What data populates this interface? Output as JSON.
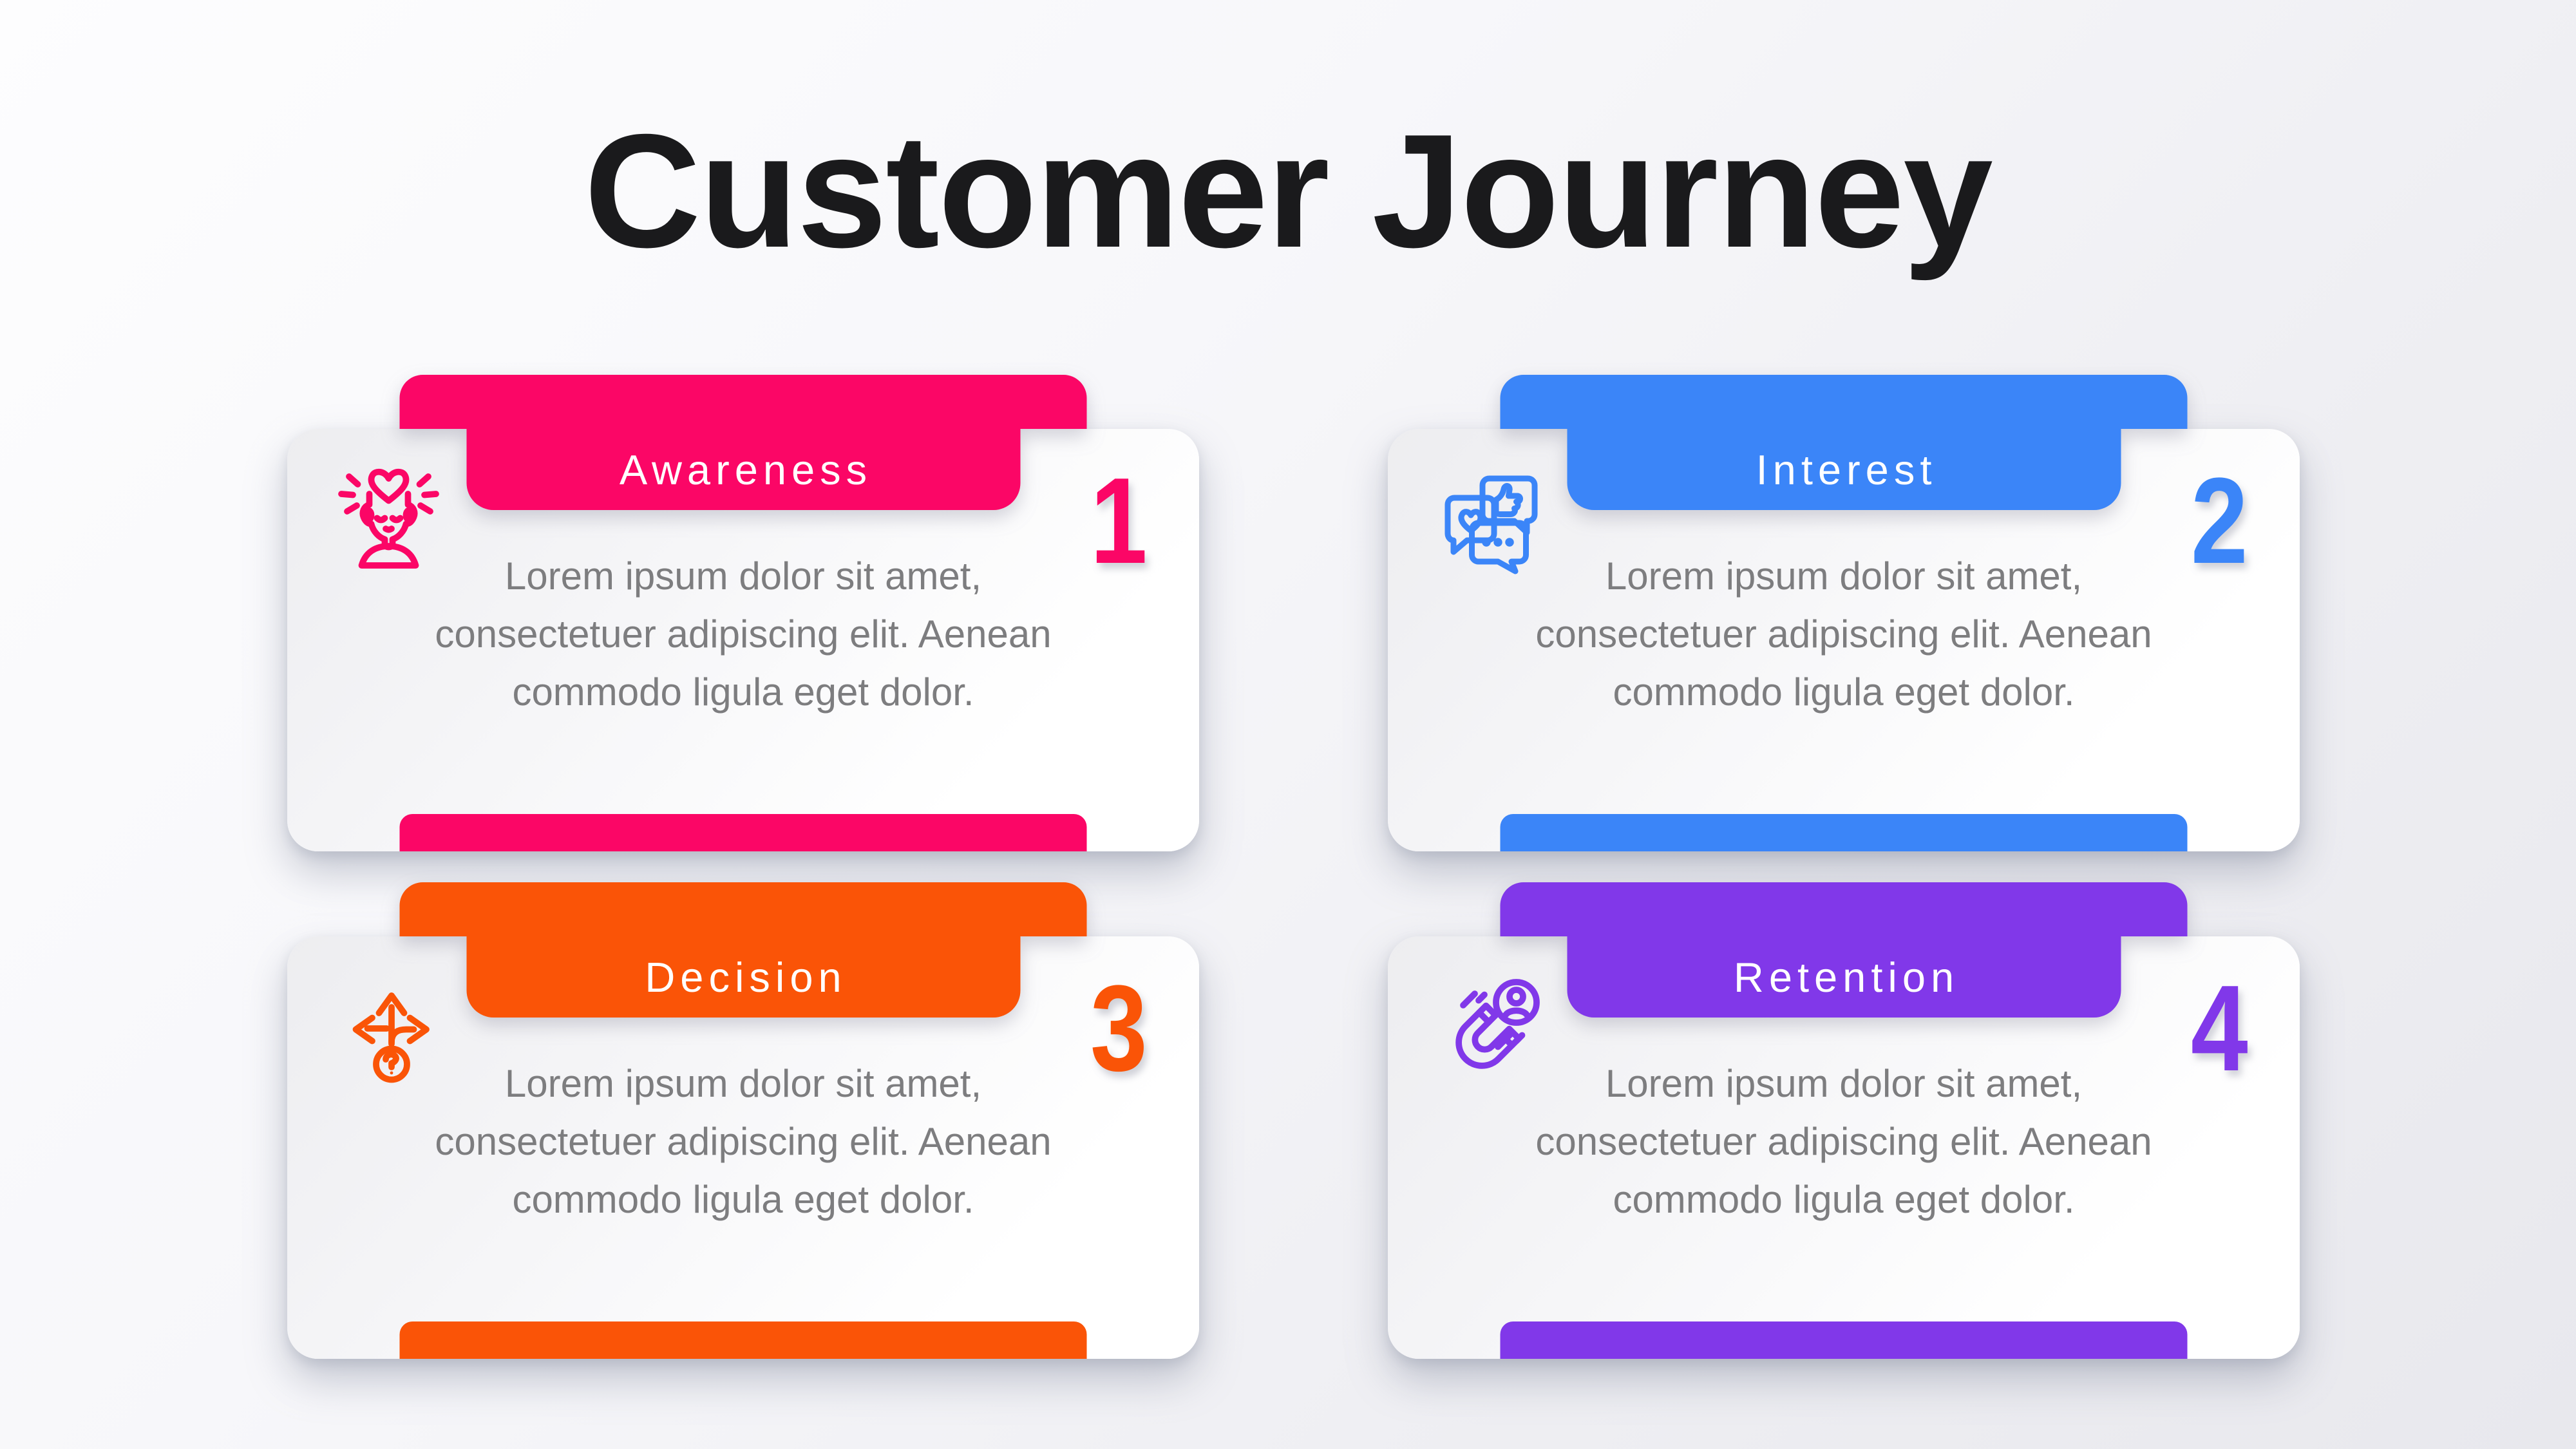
{
  "title": "Customer Journey",
  "body_lines": [
    "Lorem ipsum dolor sit amet,",
    "consectetuer adipiscing elit. Aenean",
    "commodo ligula eget dolor."
  ],
  "cards": [
    {
      "label": "Awareness",
      "number": "1",
      "accent": "#fb0666",
      "icon": "mindful-person-heart-icon"
    },
    {
      "label": "Interest",
      "number": "2",
      "accent": "#3b85f8",
      "icon": "social-engagement-bubbles-icon"
    },
    {
      "label": "Decision",
      "number": "3",
      "accent": "#fa5407",
      "icon": "direction-choice-arrows-icon"
    },
    {
      "label": "Retention",
      "number": "4",
      "accent": "#8138e9",
      "icon": "customer-magnet-icon"
    }
  ],
  "colors": {
    "background_top": "#fdfdfe",
    "background_bottom": "#e8e8ed",
    "title_text": "#1a1a1c",
    "body_text": "#7d7d7f",
    "tab_text": "#ffffff",
    "awareness_accent": "#fb0666",
    "interest_accent": "#3b85f8",
    "decision_accent": "#fa5407",
    "retention_accent": "#8138e9"
  }
}
